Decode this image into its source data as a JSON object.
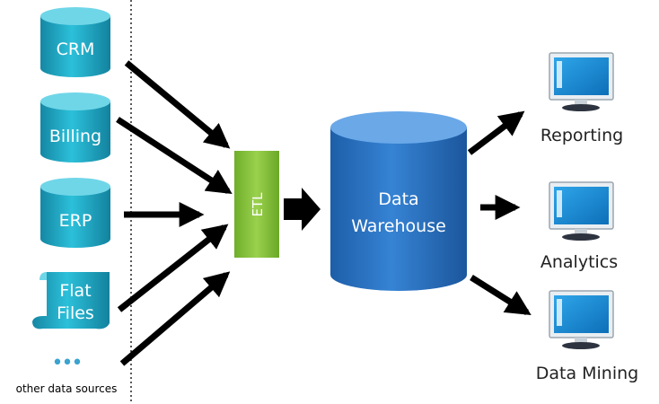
{
  "sources": [
    {
      "label": "CRM"
    },
    {
      "label": "Billing"
    },
    {
      "label": "ERP"
    }
  ],
  "flat_files": {
    "line1": "Flat",
    "line2": "Files"
  },
  "other_sources": {
    "dots": "•••",
    "label": "other data sources"
  },
  "etl": {
    "label": "ETL"
  },
  "warehouse": {
    "line1": "Data",
    "line2": "Warehouse"
  },
  "outputs": [
    {
      "label": "Reporting"
    },
    {
      "label": "Analytics"
    },
    {
      "label": "Data Mining"
    }
  ],
  "colors": {
    "source_fill": "#1fa9c6",
    "source_top": "#63d3e6",
    "etl_fill": "#8cc63f",
    "warehouse_fill": "#2e74c4",
    "warehouse_top": "#5d9ee3",
    "arrow": "#000000",
    "screen": "#1a8fd8"
  }
}
